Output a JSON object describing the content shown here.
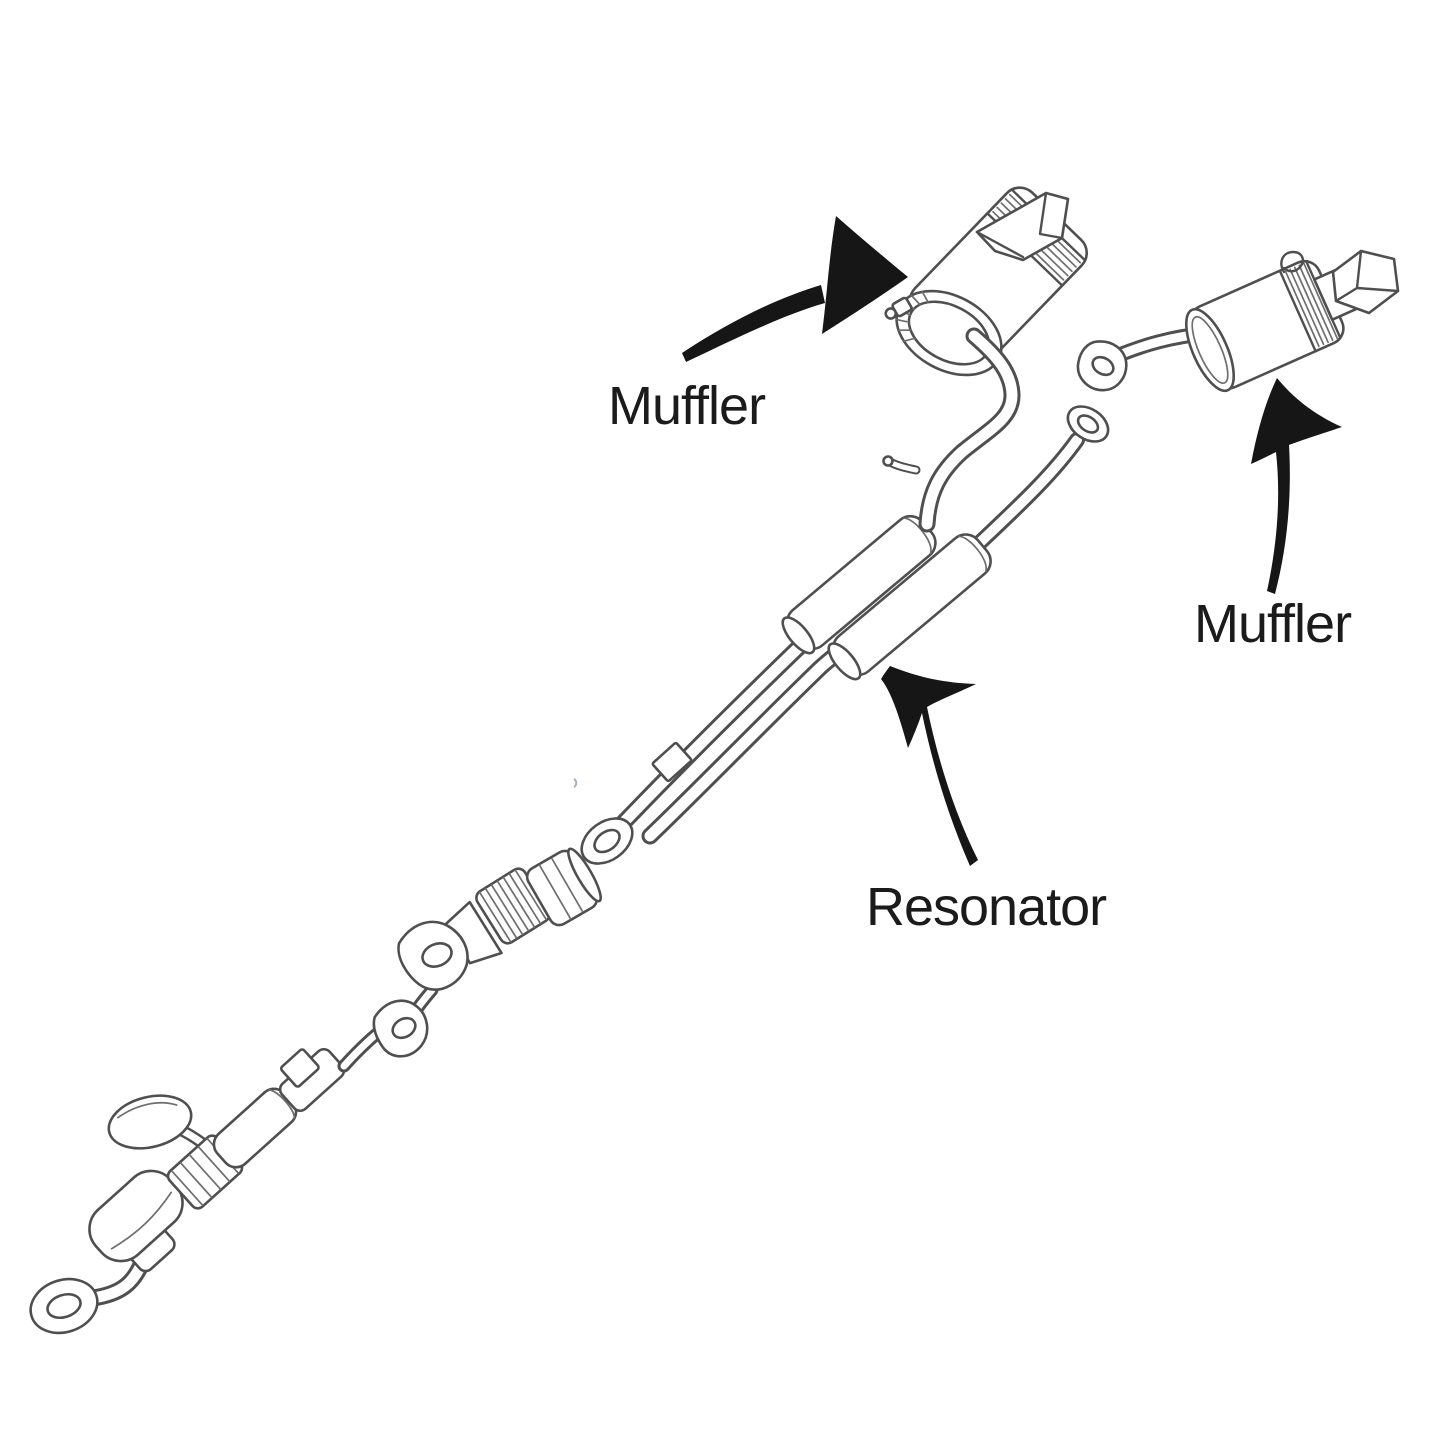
{
  "page": {
    "background_color": "#ffffff"
  },
  "diagram": {
    "kind": "exploded-parts-line-drawing",
    "subject": "vehicle exhaust system",
    "colors": {
      "line": "#4f4f4f",
      "annotation": "#161616",
      "label_text": "#1b1b1b",
      "background": "#ffffff"
    },
    "labels": [
      {
        "id": "muffler-left",
        "text": "Muffler"
      },
      {
        "id": "muffler-right",
        "text": "Muffler"
      },
      {
        "id": "resonator",
        "text": "Resonator"
      }
    ],
    "annotations": [
      {
        "type": "curved-arrow",
        "points_to": "left-muffler"
      },
      {
        "type": "curved-arrow",
        "points_to": "right-muffler"
      },
      {
        "type": "curved-arrow",
        "points_to": "resonator"
      }
    ]
  }
}
